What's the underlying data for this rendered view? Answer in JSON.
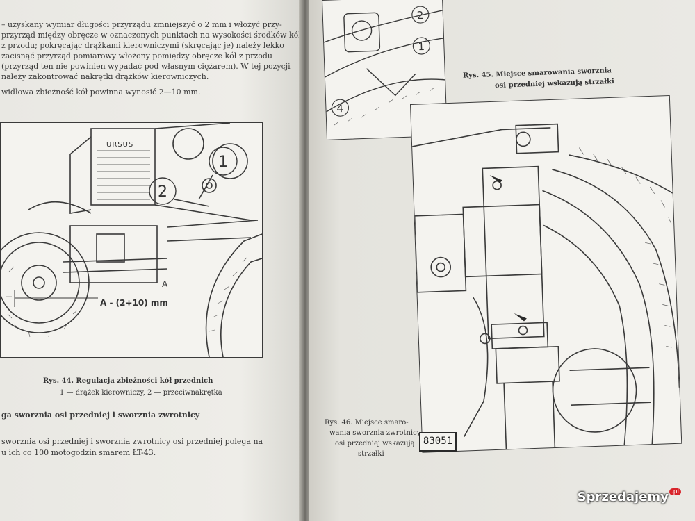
{
  "left_page": {
    "paragraph_lines": [
      "– uzyskany wymiar długości przyrządu zmniejszyć o 2 mm i włożyć przy-",
      "przyrząd między obręcze w oznaczonych punktach na wysokości środków kół",
      "z przodu; pokręcając drążkami kierowniczymi (skręcając je) należy lekko",
      "zacisnąć przyrząd pomiarowy włożony pomiędzy obręcze kół z przodu",
      "(przyrząd ten nie powinien wypadać pod własnym ciężarem). W tej pozycji",
      "należy zakontrować nakrętki drążków kierowniczych.",
      "widłowa zbieżność kół powinna wynosić 2—10 mm."
    ],
    "figure": {
      "brand_text": "URSUS",
      "callout_1": "1",
      "callout_2": "2",
      "dimension_label": "A - (2÷10) mm",
      "letter_a": "A"
    },
    "caption_title": "Rys. 44. Regulacja zbieżności kół przednich",
    "caption_legend": "1 — drążek kierowniczy, 2 — przeciwnakrętka",
    "section_heading": "ga sworznia osi przedniej i sworznia zwrotnicy",
    "body_lines": [
      "sworznia osi przedniej i sworznia zwrotnicy osi przedniej polega na",
      "u ich co 100 motogodzin smarem ŁT-43."
    ]
  },
  "right_page": {
    "top_figure": {
      "callout_1": "1",
      "callout_2": "2",
      "callout_4": "4"
    },
    "caption45_line1": "Rys. 45. Miejsce smarowania sworznia",
    "caption45_line2": "osi przedniej wskazują strzałki",
    "caption46_lines": [
      "Rys. 46. Miejsce smaro-",
      "wania sworznia zwrotnicy",
      "osi przedniej wskazują",
      "strzałki"
    ],
    "stamp_code": "83051"
  },
  "watermark": {
    "text": "Sprzedajemy",
    "badge": ".pl"
  },
  "colors": {
    "paper": "#ecebe6",
    "ink": "#2b2b2b",
    "gutter": "#6d6b66",
    "watermark_badge": "#d8232a"
  }
}
